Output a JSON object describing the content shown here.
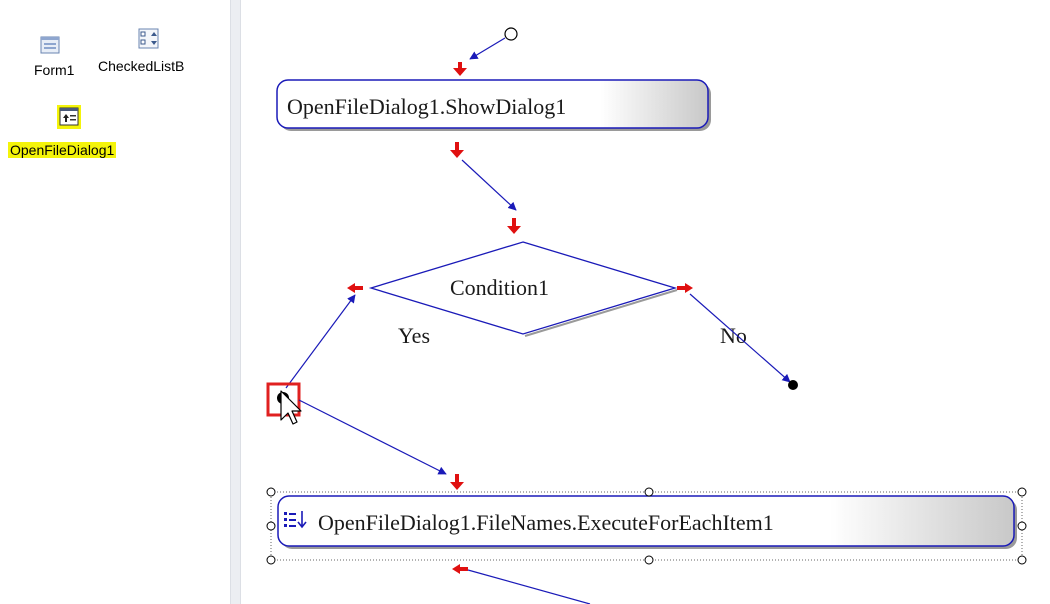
{
  "components": [
    {
      "label": "Form1",
      "icon": "form-icon"
    },
    {
      "label": "CheckedListB",
      "icon": "checked-list-icon"
    },
    {
      "label": "OpenFileDialog1",
      "icon": "open-file-dialog-icon",
      "selected": true
    }
  ],
  "flow": {
    "show_dialog_action": "OpenFileDialog1.ShowDialog1",
    "condition": "Condition1",
    "yes_label": "Yes",
    "no_label": "No",
    "for_each_action": "OpenFileDialog1.FileNames.ExecuteForEachItem1"
  },
  "colors": {
    "connector": "#1a1ab8",
    "arrow_head": "#e01010",
    "selection_highlight": "#f4f40a",
    "selected_node_border": "#e02020"
  }
}
